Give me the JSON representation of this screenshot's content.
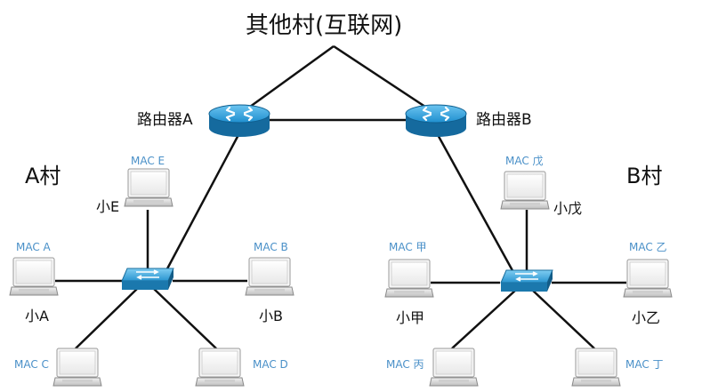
{
  "title": "其他村(互联网)",
  "villages": {
    "a": "A村",
    "b": "B村"
  },
  "routers": {
    "a": "路由器A",
    "b": "路由器B"
  },
  "persons": {
    "e": "小E",
    "a": "小A",
    "b": "小B",
    "wu": "小戊",
    "jia": "小甲",
    "yi": "小乙"
  },
  "macs": {
    "e": "MAC E",
    "a": "MAC A",
    "b": "MAC B",
    "c": "MAC C",
    "d": "MAC D",
    "wu": "MAC 戊",
    "jia": "MAC 甲",
    "yi": "MAC 乙",
    "bing": "MAC 丙",
    "ding": "MAC 丁"
  },
  "colors": {
    "line": "#111111",
    "router": "#1f8fcf",
    "switch": "#2a95d0",
    "mac_text": "#4a90c8"
  }
}
